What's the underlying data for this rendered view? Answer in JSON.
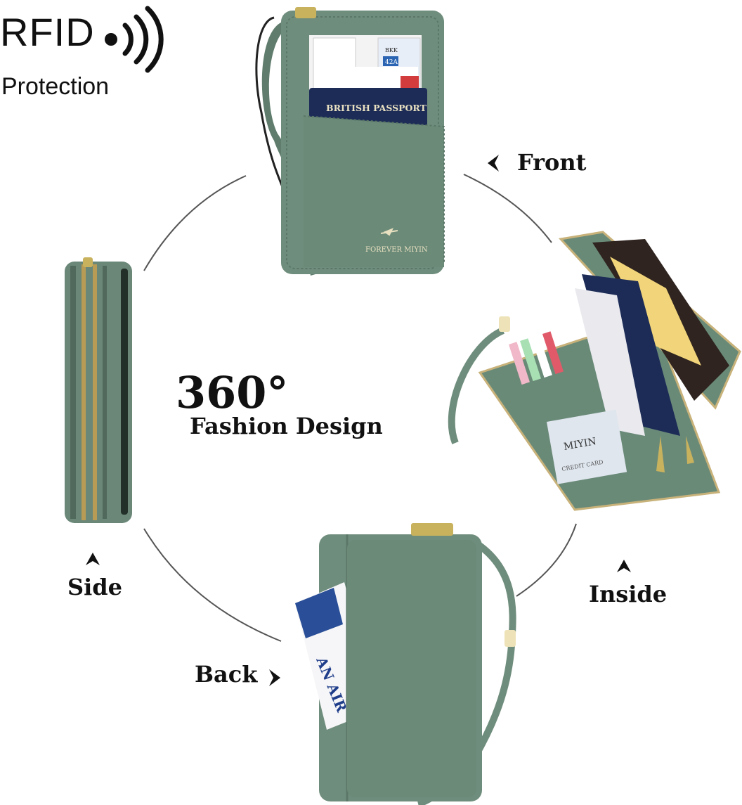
{
  "badge": {
    "title": "RFID",
    "subtitle": "Protection"
  },
  "center": {
    "degrees": "360°",
    "tagline": "Fashion Design"
  },
  "views": {
    "front": "Front",
    "inside": "Inside",
    "back": "Back",
    "side": "Side"
  },
  "product": {
    "brand": "FOREVER MIYIN",
    "passport_text": "BRITISH PASSPORT",
    "id_window_brand": "MIYIN",
    "id_window_card": "CREDIT CARD",
    "ticket_code": "42A",
    "ticket_city": "BKK",
    "back_ticket_text": "AN AIR",
    "color": "#6f8d7c"
  }
}
